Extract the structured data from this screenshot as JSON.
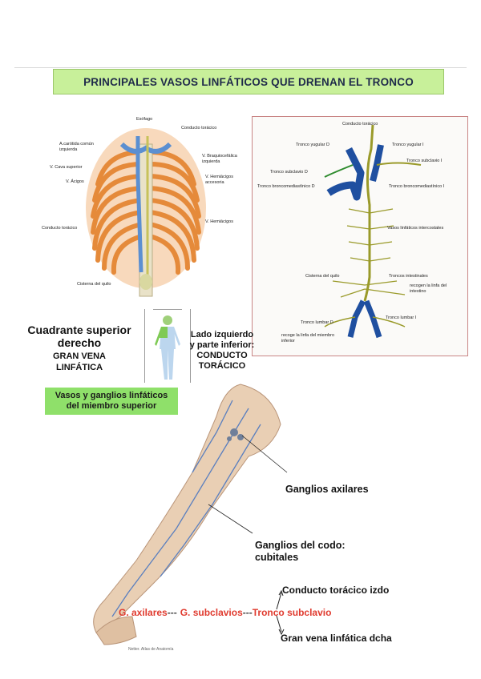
{
  "title": "PRINCIPALES VASOS LINFÁTICOS QUE DRENAN EL TRONCO",
  "fig1": {
    "esofago": "Esófago",
    "conducto_toracico": "Conducto torácico",
    "carotida": "A.carótida común izquierda",
    "v_cava": "V. Cava superior",
    "v_acigos": "V. Ácigos",
    "v_braquio": "V. Braquiocefálica izquierda",
    "v_hemiacigos_acc": "V. Hemiácigos accesoria",
    "v_hemiacigos": "V. Hemiácigos",
    "conducto_toracico_2": "Conducto torácico",
    "cisterna": "Cisterna del quilo"
  },
  "fig2": {
    "conducto_toracico": "Conducto torácico",
    "tronco_yugular_d": "Tronco yugular D",
    "tronco_yugular_i": "Tronco yugular I",
    "tronco_subclavio_i": "Tronco subclavio I",
    "tronco_subclavio_d": "Tronco subclavio D",
    "tronco_bronco_d": "Tronco broncomediastínico D",
    "tronco_bronco_i": "Tronco broncomediastínico I",
    "vasos_intercostales": "Vasos linfáticos intercostales",
    "cisterna": "Cisterna del quilo",
    "troncos_intestinales": "Troncos intestinales",
    "recogen": "recogen la linfa del intestino",
    "tronco_lumbar_d": "Tronco lumbar D",
    "tronco_lumbar_i": "Tronco lumbar I",
    "recoge_inferior": "recoge la linfa del miembro inferior"
  },
  "body_section": {
    "cuadrante_1": "Cuadrante superior",
    "cuadrante_2": "derecho",
    "gran_vena_1": "GRAN VENA",
    "gran_vena_2": "LINFÁTICA",
    "lado_1": "Lado izquierdo",
    "lado_2": "y parte inferior:",
    "conducto_1": "CONDUCTO",
    "conducto_2": "TORÁCICO"
  },
  "green_box": {
    "line1": "Vasos y ganglios linfáticos",
    "line2": "del miembro superior"
  },
  "arm": {
    "axilares": "Ganglios axilares",
    "codo_1": "Ganglios del codo:",
    "codo_2": "cubitales",
    "conducto_izdo": "Conducto torácico izdo",
    "chain_1": "G. axilares",
    "chain_sep": "---",
    "chain_2": "G. subclavios",
    "chain_3": "Tronco subclavio",
    "gran_vena_dcha": "Gran vena linfática dcha",
    "source": "Netter. Atlas de Anatomía"
  },
  "colors": {
    "title_bg": "#c8f09a",
    "green_box": "#8fe06a",
    "red": "#e03b2f",
    "lymph": "#9a9a2a",
    "vein_blue": "#1f4fa0"
  }
}
